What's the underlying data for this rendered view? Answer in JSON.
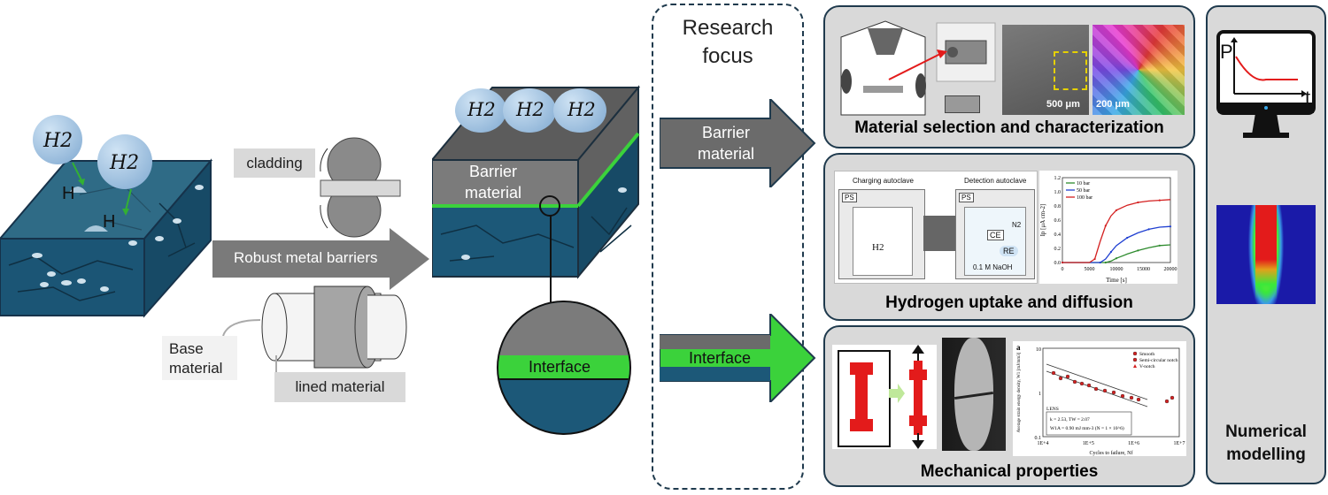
{
  "left_block": {
    "h2_labels": [
      "H2",
      "H2"
    ],
    "h_labels": [
      "H",
      "H"
    ]
  },
  "cladding_label": "cladding",
  "arrow_robust_label": "Robust metal barriers",
  "base_material_label": "Base material",
  "lined_material_label": "lined material",
  "center_block": {
    "h2_labels": [
      "H2",
      "H2",
      "H2"
    ],
    "barrier_label": "Barrier material",
    "interface_label": "Interface"
  },
  "research_focus": {
    "title": "Research focus",
    "arrow1_label": "Barrier material",
    "arrow2_label": "Interface"
  },
  "panels": {
    "material": {
      "title": "Material selection and characterization",
      "scale1": "500 μm",
      "scale2": "200 μm"
    },
    "hydrogen": {
      "title": "Hydrogen uptake and diffusion",
      "charging_label": "Charging autoclave",
      "detection_label": "Detection autoclave",
      "ps": "PS",
      "h2": "H2",
      "ce": "CE",
      "re": "RE",
      "n2": "N2",
      "naoh": "0.1 M NaOH",
      "chart_legend": [
        "10 bar",
        "50 bar",
        "100 bar"
      ],
      "chart_xlabel": "Time [s]",
      "chart_ylabel": "Ip [μA cm-2]",
      "chart_xticks": [
        "0",
        "5000",
        "10000",
        "15000",
        "20000"
      ],
      "chart_yticks": [
        "0.0",
        "0.2",
        "0.4",
        "0.6",
        "0.8",
        "1.0",
        "1.2"
      ]
    },
    "mechanical": {
      "title": "Mechanical properties",
      "chart_label": "a",
      "legend": [
        "Smooth",
        "Semi-circular notch",
        "V-notch"
      ],
      "ylabel": "Average strain energy density, W1 [mJ/mm3]",
      "xlabel": "Cycles to failure, Nf",
      "xticks": [
        "1E+4",
        "1E+5",
        "1E+6",
        "1E+7"
      ],
      "yticks": [
        "10",
        "1",
        "0.1"
      ],
      "lens": "LENS",
      "lens_line1": "k = 2.53, TW = 2.07",
      "lens_line2": "W1A = 0.90 mJ mm-3 (N = 1 × 10^6)"
    },
    "numerical": {
      "title": "Numerical modelling",
      "p_label": "P",
      "t_label": "t"
    }
  },
  "chart_data": {
    "type": "line",
    "xlabel": "Time [s]",
    "ylabel": "Ip [μA cm-2]",
    "xlim": [
      0,
      20000
    ],
    "ylim": [
      0,
      1.2
    ],
    "series": [
      {
        "name": "10 bar",
        "color": "#2e8b2e",
        "x": [
          0,
          5000,
          8000,
          9000,
          10000,
          12000,
          14000,
          16000,
          18000,
          20000
        ],
        "y": [
          0,
          0,
          0,
          0.02,
          0.06,
          0.12,
          0.17,
          0.21,
          0.24,
          0.25
        ]
      },
      {
        "name": "50 bar",
        "color": "#1f3fd1",
        "x": [
          0,
          5000,
          7000,
          8000,
          9000,
          10000,
          12000,
          14000,
          16000,
          18000,
          20000
        ],
        "y": [
          0,
          0,
          0,
          0.05,
          0.15,
          0.24,
          0.35,
          0.42,
          0.47,
          0.5,
          0.51
        ]
      },
      {
        "name": "100 bar",
        "color": "#d42020",
        "x": [
          0,
          5000,
          6000,
          7000,
          8000,
          9000,
          10000,
          12000,
          14000,
          16000,
          18000,
          20000
        ],
        "y": [
          0,
          0,
          0.05,
          0.3,
          0.52,
          0.66,
          0.74,
          0.81,
          0.85,
          0.87,
          0.88,
          0.89
        ]
      }
    ]
  }
}
